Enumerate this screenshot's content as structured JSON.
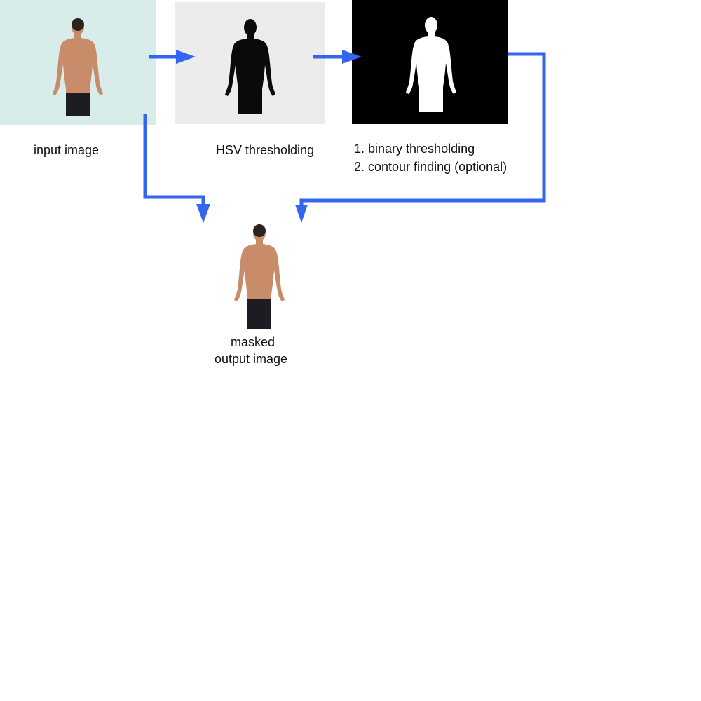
{
  "diagram": {
    "labels": {
      "input": "input image",
      "hsv": "HSV thresholding",
      "step1": "1. binary thresholding",
      "step2": "2. contour finding (optional)",
      "output_line1": "masked",
      "output_line2": "output image"
    },
    "colors": {
      "arrow": "#3366ee",
      "input_bg": "#d8ecea",
      "hsv_bg": "#ececec",
      "binary_bg": "#000000",
      "skin": "#c98c6a",
      "shorts": "#1c1c22",
      "hair": "#2a2420"
    }
  }
}
